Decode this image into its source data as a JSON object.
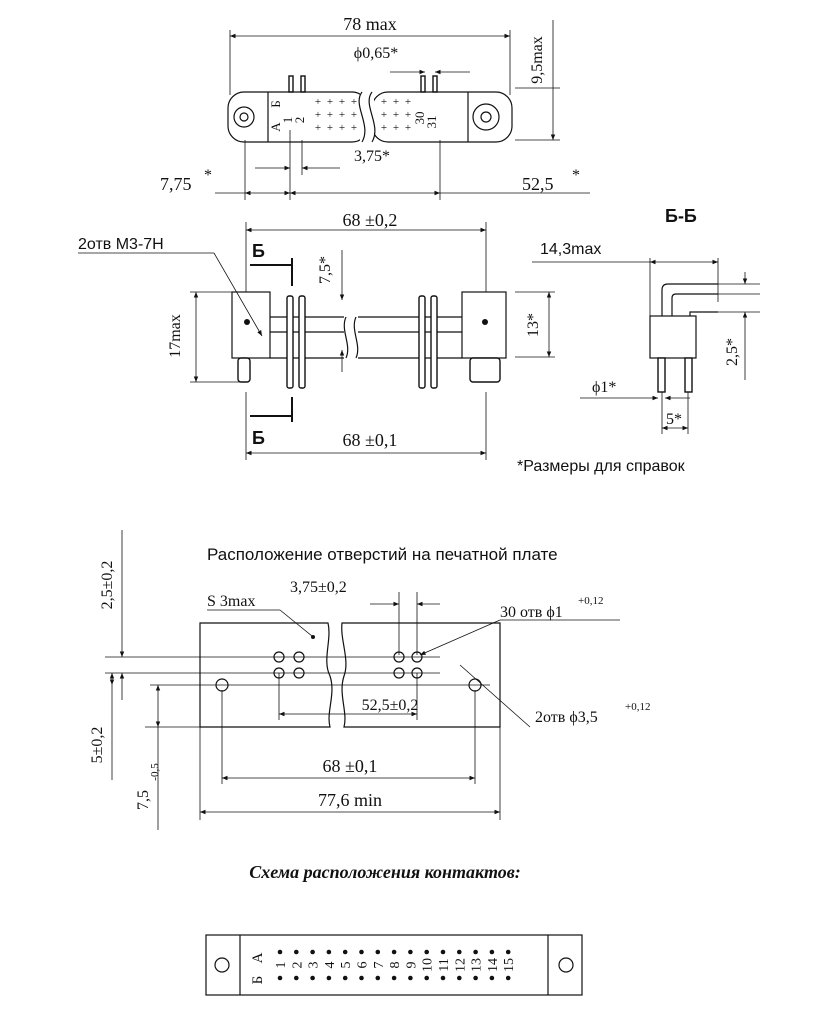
{
  "top_view": {
    "dim_length": "78 max",
    "dim_pin_diameter": "ϕ0,65*",
    "dim_height": "9,5max",
    "row_label_a": "А",
    "row_label_b": "Б",
    "pin_1": "1",
    "pin_2": "2",
    "pin_30": "30",
    "pin_31": "31",
    "dim_pitch": "3,75*",
    "dim_left": "7,75",
    "dim_right": "52,5",
    "asterisk": "*"
  },
  "front_view": {
    "dim_top_length": "68 ±0,2",
    "holes_label": "2отв М3-7Н",
    "section_mark": "Б",
    "dim_pin_offset": "7,5*",
    "dim_height": "17max",
    "dim_body": "13*",
    "dim_bottom_length": "68 ±0,1"
  },
  "section_view": {
    "title": "Б-Б",
    "dim_width": "14,3max",
    "dim_pin_diameter": "ϕ1*",
    "dim_pitch": "5*",
    "dim_row": "2,5*"
  },
  "reference_note": "*Размеры для справок",
  "pcb_layout": {
    "title": "Расположение отверстий на печатной плате",
    "dim_row_spacing": "2,5±0,2",
    "dim_s": "S 3max",
    "dim_pitch": "3,75±0,2",
    "holes_contacts": "30 отв ϕ1",
    "holes_contacts_tol": "+0,12",
    "dim_span": "52,5±0,2",
    "holes_mount": "2отв ϕ3,5",
    "holes_mount_tol": "+0,12",
    "dim_offset": "5±0,2",
    "dim_edge": "7,5",
    "dim_edge_tol": "-0,5",
    "dim_mount_span": "68 ±0,1",
    "dim_board_min": "77,6 min"
  },
  "contact_scheme": {
    "title": "Схема расположения контактов:",
    "row_a": "А",
    "row_b": "Б",
    "numbers": [
      "1",
      "2",
      "3",
      "4",
      "5",
      "6",
      "7",
      "8",
      "9",
      "10",
      "11",
      "12",
      "13",
      "14",
      "15"
    ]
  }
}
